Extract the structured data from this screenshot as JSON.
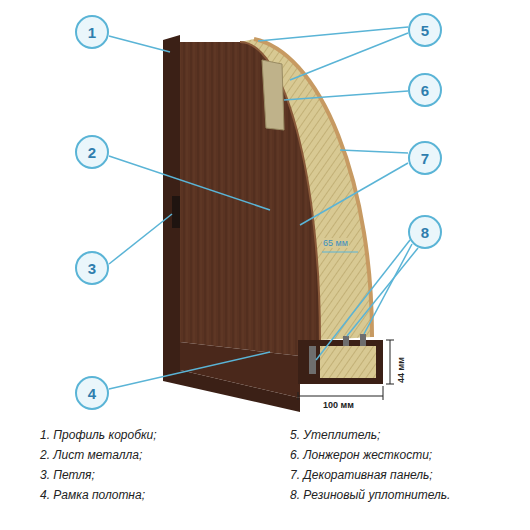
{
  "diagram": {
    "nodes": [
      {
        "text": [
          "1"
        ]
      },
      {
        "text": [
          "2"
        ]
      },
      {
        "text": [
          "3"
        ]
      },
      {
        "text": [
          "4"
        ]
      },
      {
        "text": [
          "5"
        ]
      },
      {
        "text": [
          "6"
        ]
      },
      {
        "text": [
          "7"
        ]
      },
      {
        "text": [
          "8"
        ]
      }
    ],
    "labels": [
      "65 мм",
      "44 мм",
      "100 мм",
      "1. Профиль коробки;",
      "5. Утеплитель;",
      "2. Лист металла;",
      "6. Лонжерон жесткости;",
      "3. Петля;",
      "7. Декоративная панель;",
      "4. Рамка полотна;",
      "8. Резиновый уплотнитель."
    ]
  }
}
